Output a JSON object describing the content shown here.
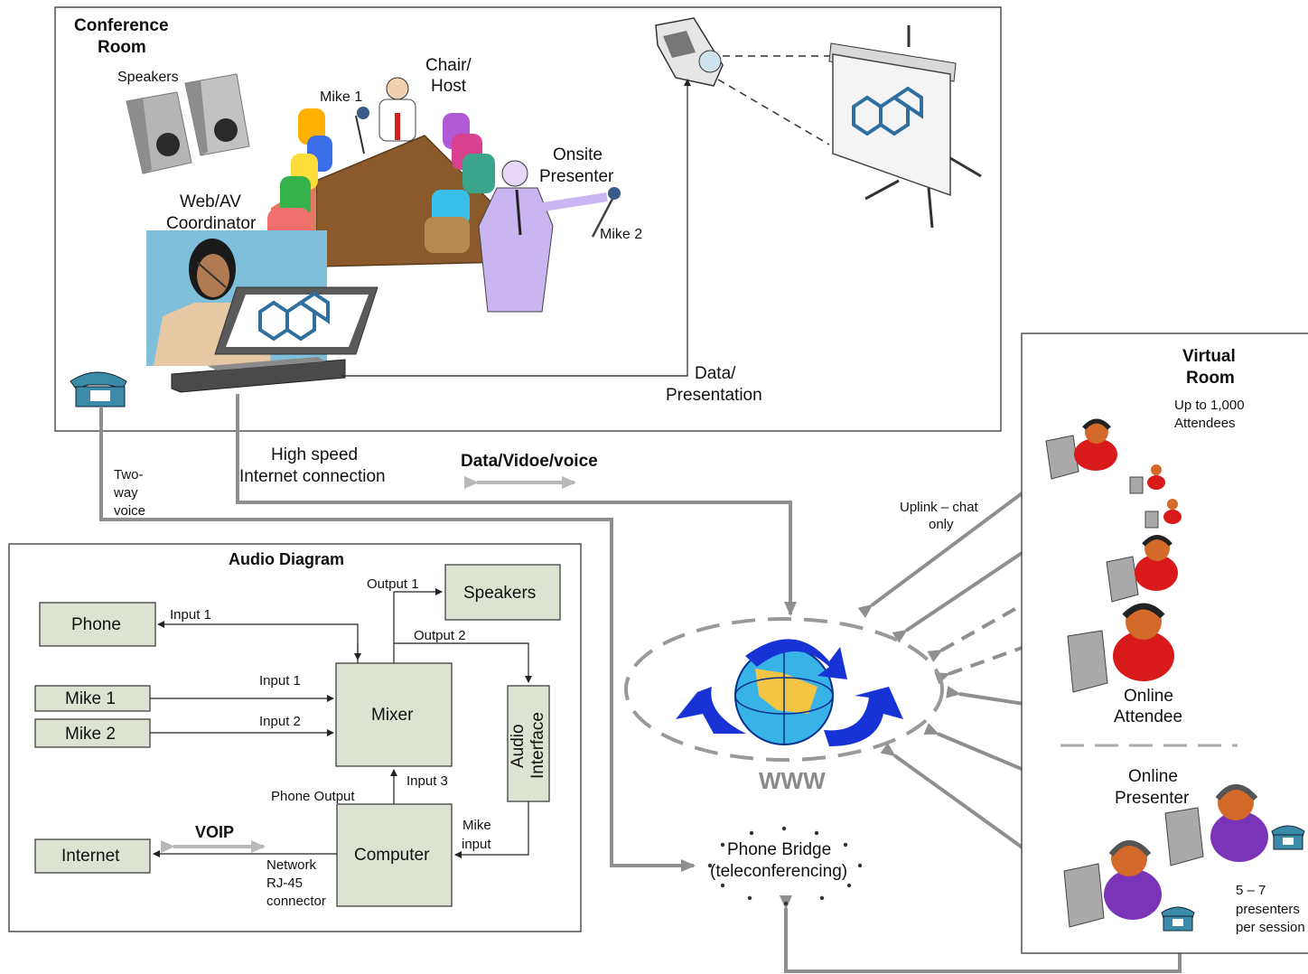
{
  "conference_room": {
    "title_line1": "Conference",
    "title_line2": "Room",
    "speakers_label": "Speakers",
    "mike1_label": "Mike 1",
    "chair_line1": "Chair/",
    "chair_line2": "Host",
    "presenter_line1": "Onsite",
    "presenter_line2": "Presenter",
    "mike2_label": "Mike 2",
    "coordinator_line1": "Web/AV",
    "coordinator_line2": "Coordinator",
    "data_line1": "Data/",
    "data_line2": "Presentation"
  },
  "connections": {
    "highspeed_line1": "High speed",
    "highspeed_line2": "Internet connection",
    "datavideo": "Data/Vidoe/voice",
    "twoway_line1": "Two-",
    "twoway_line2": "way",
    "twoway_line3": "voice",
    "uplink_line1": "Uplink – chat",
    "uplink_line2": "only",
    "www": "WWW",
    "bridge_line1": "Phone Bridge",
    "bridge_line2": "(teleconferencing)"
  },
  "audio_diagram": {
    "title": "Audio Diagram",
    "phone": "Phone",
    "mike1": "Mike 1",
    "mike2": "Mike 2",
    "internet": "Internet",
    "mixer": "Mixer",
    "computer": "Computer",
    "speakers": "Speakers",
    "audio_interface_line1": "Audio",
    "audio_interface_line2": "Interface",
    "output1": "Output 1",
    "output2": "Output 2",
    "input1_phone": "Input 1",
    "input1_mike": "Input 1",
    "input2": "Input 2",
    "input3": "Input 3",
    "phone_output": "Phone Output",
    "mike_input_line1": "Mike",
    "mike_input_line2": "input",
    "voip": "VOIP",
    "network_line1": "Network",
    "network_line2": "RJ-45",
    "network_line3": "connector"
  },
  "virtual_room": {
    "title_line1": "Virtual",
    "title_line2": "Room",
    "capacity_line1": "Up to 1,000",
    "capacity_line2": "Attendees",
    "attendee_line1": "Online",
    "attendee_line2": "Attendee",
    "presenter_line1": "Online",
    "presenter_line2": "Presenter",
    "presenters_line1": "5 – 7",
    "presenters_line2": "presenters",
    "presenters_line3": "per session"
  }
}
